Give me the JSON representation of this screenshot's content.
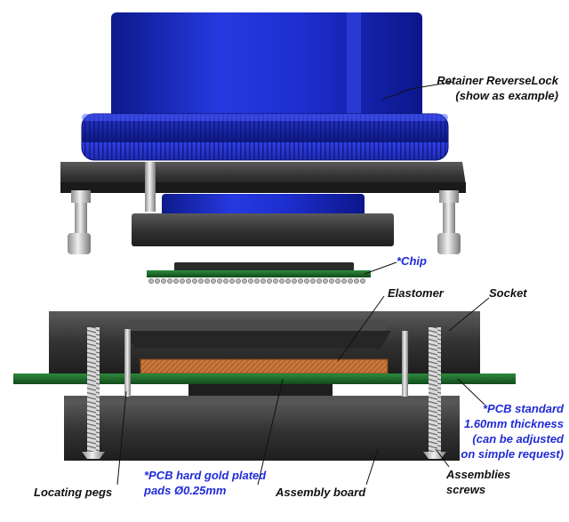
{
  "labels": {
    "retainer_line1": "Retainer ReverseLock",
    "retainer_line2": "(show as example)",
    "chip": "*Chip",
    "elastomer": "Elastomer",
    "socket": "Socket",
    "pcb_standard_line1": "*PCB standard",
    "pcb_standard_line2": "1.60mm thickness",
    "pcb_standard_line3": "(can be adjusted",
    "pcb_standard_line4": "on simple request)",
    "pcb_pads_line1": "*PCB hard gold plated",
    "pcb_pads_line2": "pads Ø0.25mm",
    "locating_pegs": "Locating pegs",
    "assembly_board": "Assembly board",
    "assemblies_screws_line1": "Assemblies",
    "assemblies_screws_line2": "screws"
  },
  "colors": {
    "retainer_blue": "#1e2fd0",
    "retainer_dark": "#0f1a8a",
    "socket_body": "#3a3a3a",
    "board_body": "#3c3c3c",
    "pcb_green": "#1d6b2a",
    "elastomer": "#c8773a",
    "label_black": "#111111",
    "label_blue": "#1f2bd6",
    "screw_metal": "#c9c9c9"
  }
}
